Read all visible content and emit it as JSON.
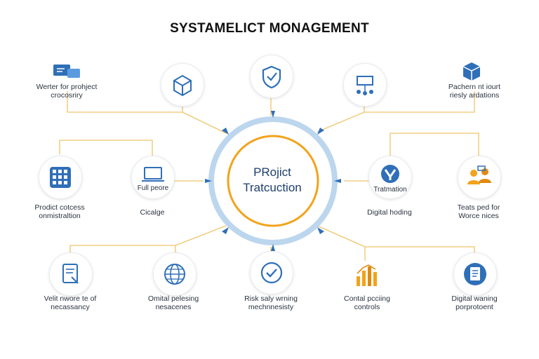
{
  "title": "SYSTAMELICT MONAGEMENT",
  "center": {
    "line1": "PRojict",
    "line2": "Tratcuction"
  },
  "nodes": {
    "top_left_corner": {
      "label1": "Werter for prohject",
      "label2": "crocosriry"
    },
    "top_right_corner": {
      "label1": "Pachern nt iourt",
      "label2": "riesly ardations"
    },
    "mid_left_far": {
      "label1": "Prodict cotcess",
      "label2": "onmistraltion"
    },
    "mid_left": {
      "inner": "Full peore",
      "label": "Cicalge"
    },
    "mid_right": {
      "inner": "Tratmation",
      "label": "Digital hoding"
    },
    "mid_right_far": {
      "label1": "Teats ped for",
      "label2": "Worce nices"
    },
    "bottom_1": {
      "label1": "Velit nwore te of",
      "label2": "necassancy"
    },
    "bottom_2": {
      "label1": "Omital pelesing",
      "label2": "nesacenes"
    },
    "bottom_3": {
      "label1": "Risk saly wrning",
      "label2": "mechnnesisty"
    },
    "bottom_4": {
      "label1": "Contal pcciing",
      "label2": "controls"
    },
    "bottom_5": {
      "label1": "Digital waning",
      "label2": "porprotoent"
    }
  },
  "colors": {
    "accent_blue": "#2f6fb8",
    "ring_blue": "#bcd6ee",
    "orange": "#f2a31b",
    "connector": "#f0c46a"
  },
  "icons": [
    "message-icon",
    "box-icon",
    "shield-icon",
    "network-icon",
    "package-icon",
    "grid-icon",
    "laptop-icon",
    "chevron-logo-icon",
    "people-icon",
    "document-icon",
    "globe-icon",
    "checkmark-icon",
    "chart-icon",
    "file-icon"
  ]
}
